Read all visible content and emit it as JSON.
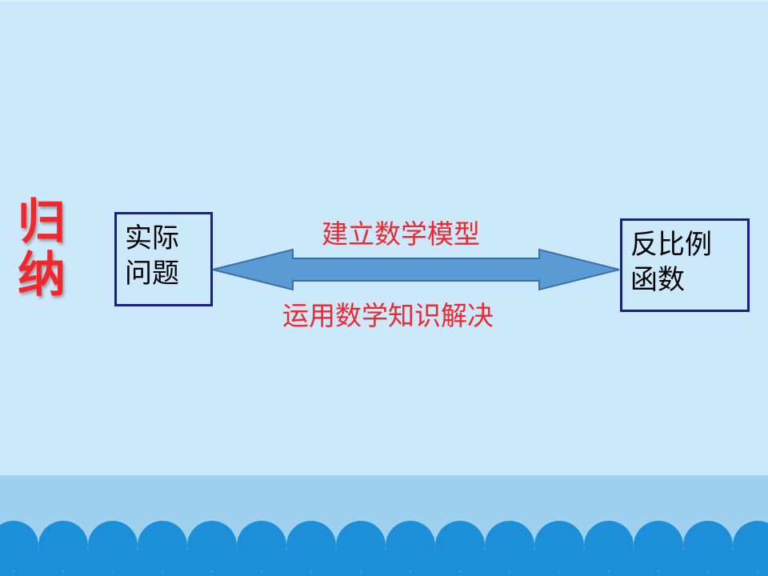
{
  "side_label": {
    "line1": "归",
    "line2": "纳"
  },
  "left_box": {
    "line1": "实际",
    "line2": "问题"
  },
  "right_box": {
    "line1": "反比例",
    "line2": "函数"
  },
  "arrow": {
    "top_label": "建立数学模型",
    "bottom_label": "运用数学知识解决"
  },
  "colors": {
    "background": "#cbe9fb",
    "accent_red": "#f0272d",
    "box_border": "#1b1d95",
    "arrow_fill": "#5b9bd5",
    "arrow_stroke": "#3a6ea5",
    "wave_fill": "#1d8fd8"
  }
}
